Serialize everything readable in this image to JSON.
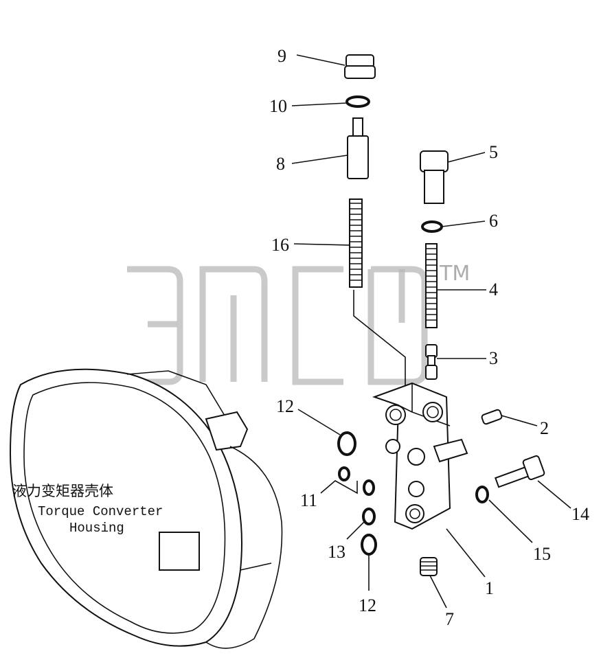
{
  "callouts": {
    "n1": "1",
    "n2": "2",
    "n3": "3",
    "n4": "4",
    "n5": "5",
    "n6": "6",
    "n7": "7",
    "n8": "8",
    "n9": "9",
    "n10": "10",
    "n11": "11",
    "n12_top": "12",
    "n12_bottom": "12",
    "n13": "13",
    "n14": "14",
    "n15": "15",
    "n16": "16"
  },
  "housing_label": {
    "chinese": "液力变矩器壳体",
    "english_line1": "Torque Converter",
    "english_line2": "Housing"
  },
  "watermark": {
    "trademark": "TM"
  }
}
